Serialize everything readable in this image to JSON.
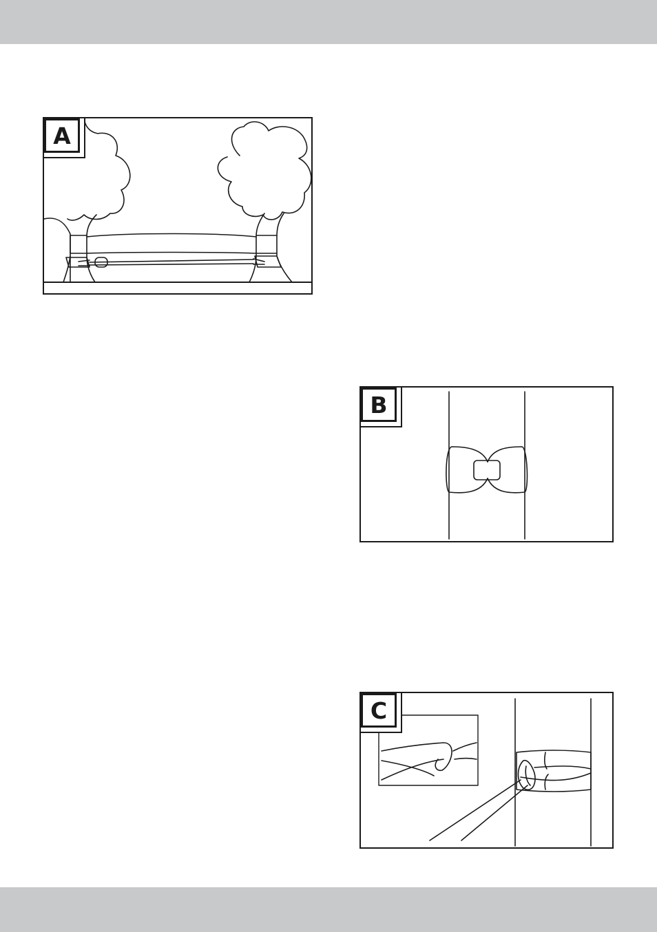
{
  "page": {
    "band_color": "#c8c9cb",
    "line_color": "#1a1a1a"
  },
  "figures": [
    {
      "id": "A",
      "label": "A"
    },
    {
      "id": "B",
      "label": "B"
    },
    {
      "id": "C",
      "label": "C"
    }
  ]
}
